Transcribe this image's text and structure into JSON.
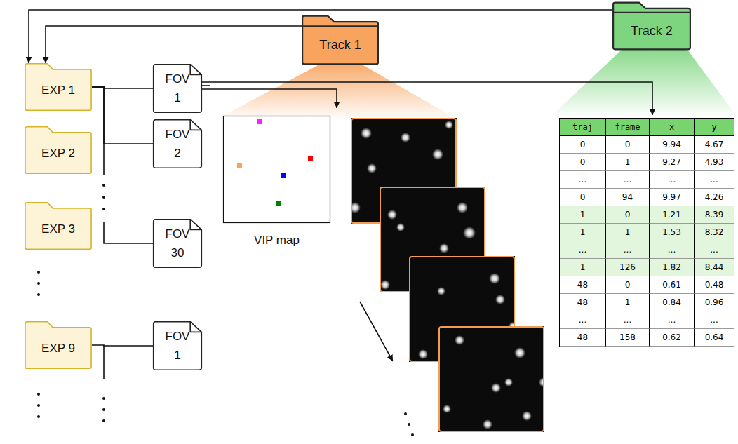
{
  "diagram": {
    "nodes": [
      {
        "text": [
          "EXP 1"
        ]
      },
      {
        "text": [
          "EXP 2"
        ]
      },
      {
        "text": [
          "EXP 3"
        ]
      },
      {
        "text": [
          "EXP 9"
        ]
      },
      {
        "text": [
          "FOV 1"
        ]
      },
      {
        "text": [
          "FOV 2"
        ]
      },
      {
        "text": [
          "FOV 30"
        ]
      },
      {
        "text": [
          "FOV 1"
        ]
      },
      {
        "text": [
          "Track 1"
        ]
      },
      {
        "text": [
          "VIP map"
        ]
      },
      {
        "text": [
          "Track 2"
        ]
      }
    ],
    "edges": [
      {
        "from": 10,
        "to": 0,
        "arrow": "to"
      },
      {
        "from": 8,
        "to": 0,
        "arrow": "to"
      },
      {
        "from": 0,
        "to": 4,
        "arrow": "none"
      },
      {
        "from": 0,
        "to": 5,
        "arrow": "none"
      },
      {
        "from": 0,
        "to": 6,
        "arrow": "none"
      },
      {
        "from": 3,
        "to": 7,
        "arrow": "none"
      }
    ],
    "labels": [
      "traj",
      "frame",
      "x",
      "y",
      "0",
      "0",
      "9.94",
      "4.67",
      "0",
      "1",
      "9.27",
      "4.93",
      "...",
      "...",
      "...",
      "...",
      "0",
      "94",
      "9.97",
      "4.26",
      "1",
      "0",
      "1.21",
      "8.39",
      "1",
      "1",
      "1.53",
      "8.32",
      "...",
      "...",
      "...",
      "...",
      "1",
      "126",
      "1.82",
      "8.44",
      "48",
      "0",
      "0.61",
      "0.48",
      "48",
      "1",
      "0.84",
      "0.96",
      "...",
      "...",
      "...",
      "...",
      "48",
      "158",
      "0.62",
      "0.64"
    ]
  }
}
